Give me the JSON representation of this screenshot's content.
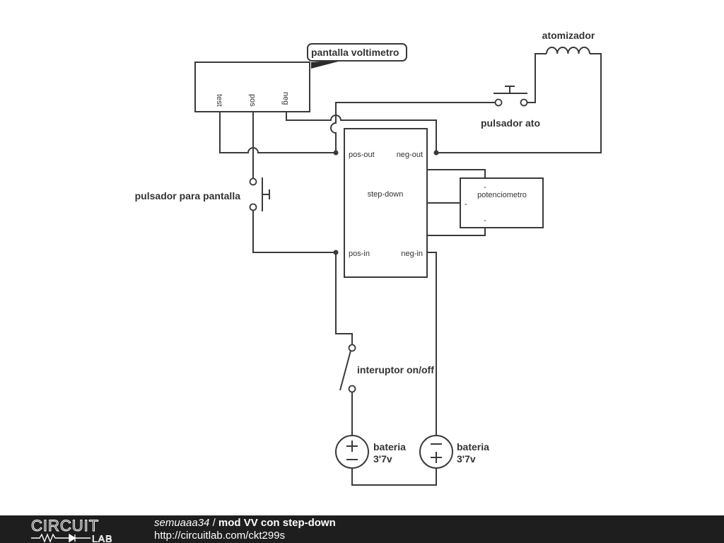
{
  "diagram": {
    "components": {
      "display": {
        "label": "pantalla voltimetro",
        "pins": {
          "test": "test",
          "pos": "pos",
          "neg": "neg"
        }
      },
      "converter": {
        "label": "step-down",
        "pins": {
          "pos_out": "pos-out",
          "neg_out": "neg-out",
          "pos_in": "pos-in",
          "neg_in": "neg-in"
        }
      },
      "potentiometer": {
        "label": "potenciometro",
        "pins": {
          "top": "-",
          "left": "-",
          "bottom": "-"
        }
      },
      "atomizer": {
        "label": "atomizador"
      },
      "atomizer_button": {
        "label": "pulsador ato"
      },
      "display_button": {
        "label": "pulsador para pantalla"
      },
      "power_switch": {
        "label": "interuptor on/off"
      },
      "battery_1": {
        "label_line1": "bateria",
        "label_line2": "3'7v"
      },
      "battery_2": {
        "label_line1": "bateria",
        "label_line2": "3'7v"
      }
    }
  },
  "footer": {
    "brand_top": "CIRCUIT",
    "brand_bottom": "LAB",
    "author": "semuaaa34",
    "separator": " / ",
    "title": "mod VV con step-down",
    "url": "http://circuitlab.com/ckt299s"
  }
}
